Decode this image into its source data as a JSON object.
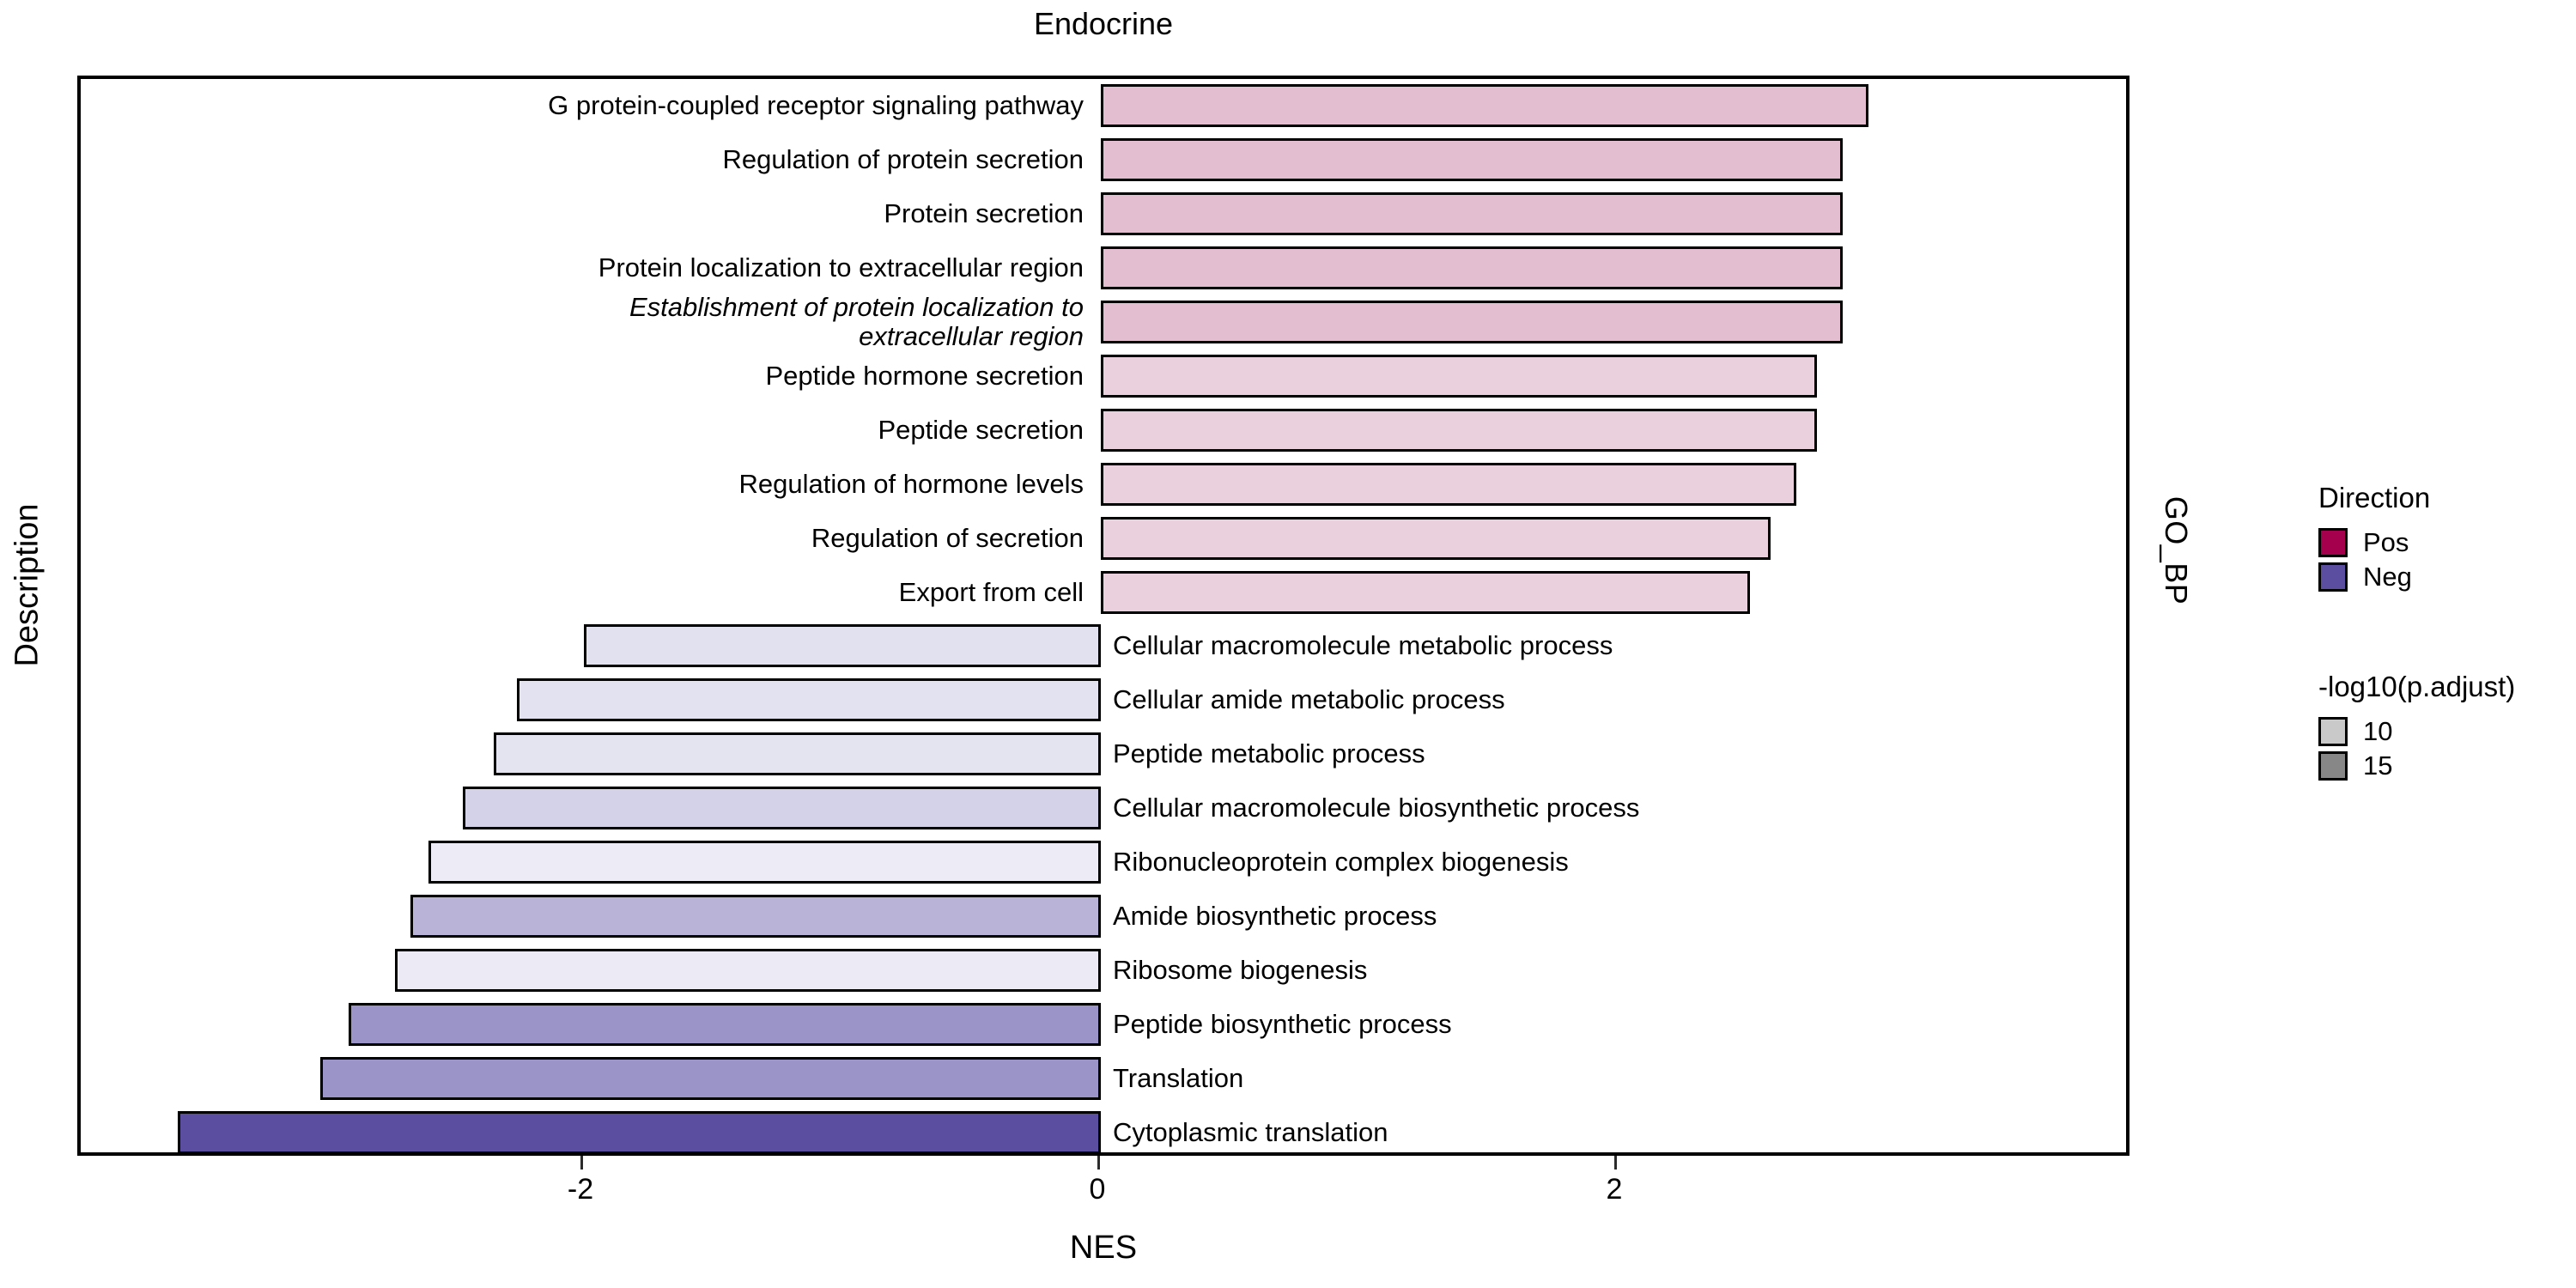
{
  "facet": {
    "title": "Endocrine",
    "strip_right": "GO_BP"
  },
  "axes": {
    "xlabel": "NES",
    "ylabel": "Description",
    "xticks": [
      "-2",
      "0",
      "2"
    ]
  },
  "legends": {
    "direction": {
      "title": "Direction",
      "items": [
        {
          "label": "Pos",
          "color": "#a4004e"
        },
        {
          "label": "Neg",
          "color": "#5b4ea0"
        }
      ]
    },
    "pvalue": {
      "title": "-log10(p.adjust)",
      "items": [
        {
          "label": "10",
          "color": "#c9c9c9"
        },
        {
          "label": "15",
          "color": "#878787"
        }
      ]
    }
  },
  "chart_data": {
    "type": "bar",
    "title": "Endocrine",
    "xlabel": "NES",
    "ylabel": "Description",
    "orientation": "horizontal",
    "xlim": [
      -3.75,
      3.75
    ],
    "xticks": [
      -2,
      0,
      2
    ],
    "grid": false,
    "legend_position": "right",
    "categories": [
      "G protein-coupled receptor signaling pathway",
      "Regulation of protein secretion",
      "Protein secretion",
      "Protein localization to extracellular region",
      "Establishment of protein localization to extracellular region",
      "Peptide hormone secretion",
      "Peptide secretion",
      "Regulation of hormone levels",
      "Regulation of secretion",
      "Export from cell",
      "Cellular macromolecule metabolic process",
      "Cellular amide metabolic process",
      "Peptide metabolic process",
      "Cellular macromolecule biosynthetic process",
      "Ribonucleoprotein complex biogenesis",
      "Amide biosynthetic process",
      "Ribosome biogenesis",
      "Peptide biosynthetic process",
      "Translation",
      "Cytoplasmic translation"
    ],
    "values": [
      2.97,
      2.87,
      2.87,
      2.87,
      2.87,
      2.77,
      2.77,
      2.69,
      2.59,
      2.51,
      -2.0,
      -2.26,
      -2.35,
      -2.47,
      -2.6,
      -2.67,
      -2.73,
      -2.91,
      -3.02,
      -3.57
    ],
    "direction": [
      "Pos",
      "Pos",
      "Pos",
      "Pos",
      "Pos",
      "Pos",
      "Pos",
      "Pos",
      "Pos",
      "Pos",
      "Neg",
      "Neg",
      "Neg",
      "Neg",
      "Neg",
      "Neg",
      "Neg",
      "Neg",
      "Neg",
      "Neg"
    ],
    "fills": [
      "#e2bed0",
      "#e2bed0",
      "#e2bed0",
      "#e2bed0",
      "#e2bed0",
      "#ead0dd",
      "#ead0dd",
      "#ead0dd",
      "#ead0dd",
      "#ead0dd",
      "#e1e1ef",
      "#e2e2f0",
      "#e4e4f1",
      "#d4d2e8",
      "#ecebf6",
      "#b9b3d8",
      "#eceaf5",
      "#9b94c8",
      "#9b94c8",
      "#5b4ea0"
    ],
    "label_italic": [
      false,
      false,
      false,
      false,
      true,
      false,
      false,
      false,
      false,
      false,
      false,
      false,
      false,
      false,
      false,
      false,
      false,
      false,
      false,
      false
    ]
  }
}
